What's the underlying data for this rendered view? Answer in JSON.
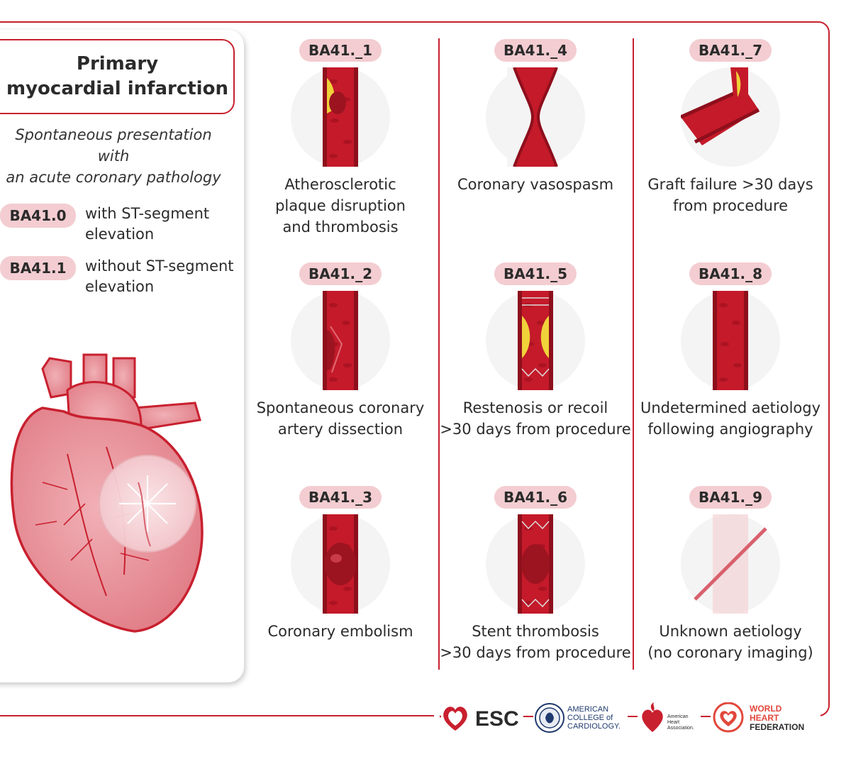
{
  "panel": {
    "title_line1": "Primary",
    "title_line2": "myocardial infarction",
    "subtitle_line1": "Spontaneous presentation with",
    "subtitle_line2": "an acute coronary pathology",
    "codes": [
      {
        "code": "BA41.0",
        "line1": "with ST-segment",
        "line2": "elevation"
      },
      {
        "code": "BA41.1",
        "line1": "without ST-segment",
        "line2": "elevation"
      }
    ]
  },
  "cells": [
    {
      "code": "BA41._1",
      "lines": [
        "Atherosclerotic",
        "plaque disruption",
        "and thrombosis"
      ],
      "icon": "plaque-rupture-icon"
    },
    {
      "code": "BA41._2",
      "lines": [
        "Spontaneous coronary",
        "artery dissection",
        ""
      ],
      "icon": "dissection-icon"
    },
    {
      "code": "BA41._3",
      "lines": [
        "Coronary embolism",
        "",
        ""
      ],
      "icon": "embolism-icon"
    },
    {
      "code": "BA41._4",
      "lines": [
        "Coronary vasospasm",
        "",
        ""
      ],
      "icon": "vasospasm-icon"
    },
    {
      "code": "BA41._5",
      "lines": [
        "Restenosis or recoil",
        ">30 days from procedure",
        ""
      ],
      "icon": "restenosis-icon"
    },
    {
      "code": "BA41._6",
      "lines": [
        "Stent thrombosis",
        ">30 days from procedure",
        ""
      ],
      "icon": "stent-thrombosis-icon"
    },
    {
      "code": "BA41._7",
      "lines": [
        "Graft failure >30 days",
        "from procedure",
        ""
      ],
      "icon": "graft-failure-icon"
    },
    {
      "code": "BA41._8",
      "lines": [
        "Undetermined aetiology",
        "following angiography",
        ""
      ],
      "icon": "normal-artery-icon"
    },
    {
      "code": "BA41._9",
      "lines": [
        "Unknown aetiology",
        "(no coronary imaging)",
        ""
      ],
      "icon": "unknown-artery-icon"
    }
  ],
  "logos": {
    "esc": "ESC",
    "acc_line1": "AMERICAN",
    "acc_line2": "COLLEGE of",
    "acc_line3": "CARDIOLOGY.",
    "aha_line1": "American",
    "aha_line2": "Heart",
    "aha_line3": "Association.",
    "whf_line1": "WORLD",
    "whf_line2": "HEART",
    "whf_line3": "FEDERATION"
  },
  "colors": {
    "accent": "#c8202f",
    "pill": "#f3cdd1",
    "heart": "#e48a92",
    "vessel": "#c41a2a",
    "plaque": "#f0d23a"
  }
}
